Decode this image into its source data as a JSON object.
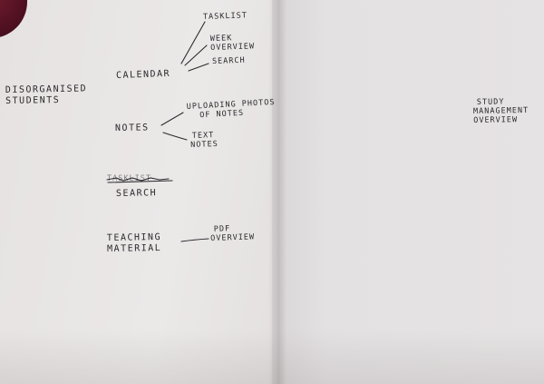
{
  "left_page": {
    "disorganised": [
      "DISORGANISED",
      "STUDENTS"
    ],
    "calendar": {
      "label": "CALENDAR",
      "branches": {
        "tasklist": "TASKLIST",
        "week_overview": [
          "WEEK",
          "OVERVIEW"
        ],
        "search": "SEARCH"
      }
    },
    "notes": {
      "label": "NOTES",
      "branches": {
        "uploading": [
          "UPLOADING PHOTOS",
          "OF NOTES"
        ],
        "text_notes": [
          "TEXT",
          "NOTES"
        ]
      }
    },
    "struck_word": "TASKLIST",
    "search": "SEARCH",
    "teaching_material": {
      "label": [
        "TEACHING",
        "MATERIAL"
      ],
      "branch": [
        "PDF",
        "OVERVIEW"
      ]
    }
  },
  "right_page": {
    "study_management": [
      "STUDY",
      "MANAGEMENT",
      "OVERVIEW"
    ]
  },
  "colors": {
    "paper": "#e6e3e3",
    "ink": "#2c2a2e",
    "corner_object": "#5a1426"
  }
}
